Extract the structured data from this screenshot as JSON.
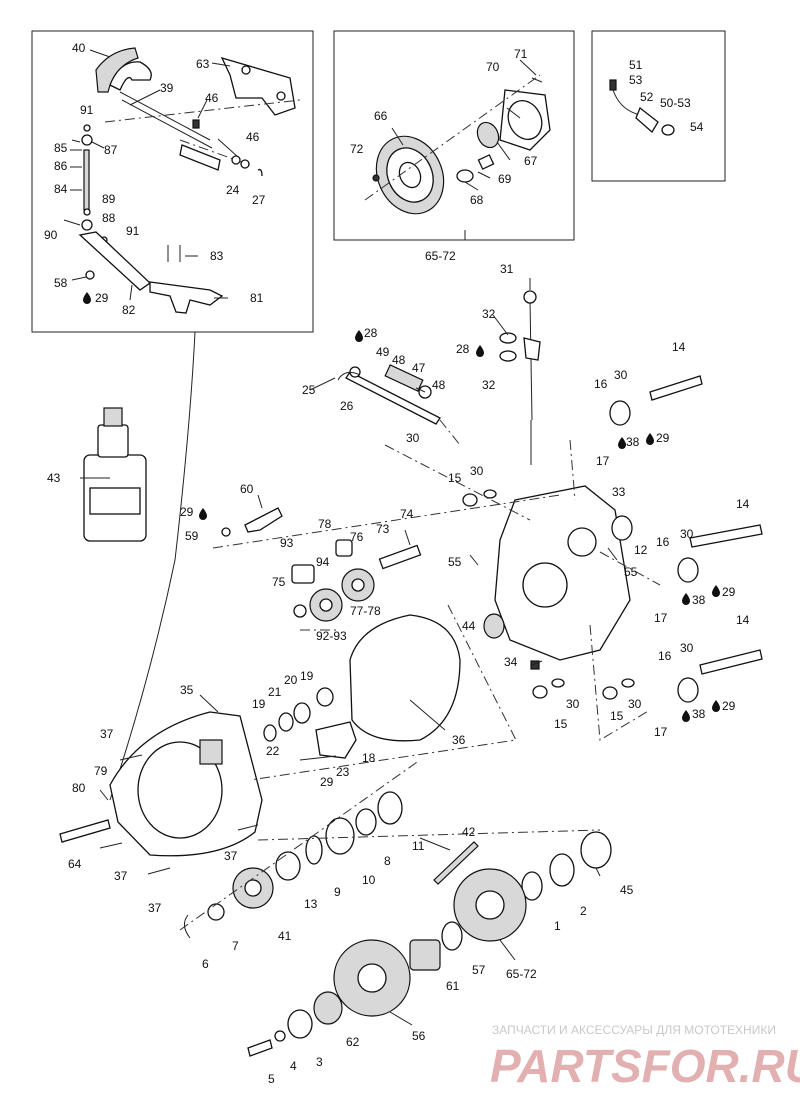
{
  "callouts": [
    {
      "id": "c40",
      "text": "40"
    },
    {
      "id": "c63",
      "text": "63"
    },
    {
      "id": "c39",
      "text": "39"
    },
    {
      "id": "c46a",
      "text": "46"
    },
    {
      "id": "c91a",
      "text": "91"
    },
    {
      "id": "c85",
      "text": "85"
    },
    {
      "id": "c87",
      "text": "87"
    },
    {
      "id": "c86",
      "text": "86"
    },
    {
      "id": "c46b",
      "text": "46"
    },
    {
      "id": "c24",
      "text": "24"
    },
    {
      "id": "c27",
      "text": "27"
    },
    {
      "id": "c84",
      "text": "84"
    },
    {
      "id": "c89",
      "text": "89"
    },
    {
      "id": "c88",
      "text": "88"
    },
    {
      "id": "c90",
      "text": "90"
    },
    {
      "id": "c91b",
      "text": "91"
    },
    {
      "id": "c83",
      "text": "83"
    },
    {
      "id": "c58",
      "text": "58"
    },
    {
      "id": "c29a",
      "text": "29"
    },
    {
      "id": "c82",
      "text": "82"
    },
    {
      "id": "c81",
      "text": "81"
    },
    {
      "id": "c71",
      "text": "71"
    },
    {
      "id": "c70",
      "text": "70"
    },
    {
      "id": "c66",
      "text": "66"
    },
    {
      "id": "c72",
      "text": "72"
    },
    {
      "id": "c67",
      "text": "67"
    },
    {
      "id": "c69",
      "text": "69"
    },
    {
      "id": "c68",
      "text": "68"
    },
    {
      "id": "c6572a",
      "text": "65-72"
    },
    {
      "id": "c51",
      "text": "51"
    },
    {
      "id": "c53",
      "text": "53"
    },
    {
      "id": "c52",
      "text": "52"
    },
    {
      "id": "c5053",
      "text": "50-53"
    },
    {
      "id": "c54",
      "text": "54"
    },
    {
      "id": "c31",
      "text": "31"
    },
    {
      "id": "c32a",
      "text": "32"
    },
    {
      "id": "c28a",
      "text": "28"
    },
    {
      "id": "c32b",
      "text": "32"
    },
    {
      "id": "c28b",
      "text": "28"
    },
    {
      "id": "c49",
      "text": "49"
    },
    {
      "id": "c48a",
      "text": "48"
    },
    {
      "id": "c47",
      "text": "47"
    },
    {
      "id": "c25",
      "text": "25"
    },
    {
      "id": "c48b",
      "text": "48"
    },
    {
      "id": "c26",
      "text": "26"
    },
    {
      "id": "c30a",
      "text": "30"
    },
    {
      "id": "c14a",
      "text": "14"
    },
    {
      "id": "c30b",
      "text": "30"
    },
    {
      "id": "c16a",
      "text": "16"
    },
    {
      "id": "c17a",
      "text": "17"
    },
    {
      "id": "c38a",
      "text": "38"
    },
    {
      "id": "c29b",
      "text": "29"
    },
    {
      "id": "c43",
      "text": "43"
    },
    {
      "id": "c60",
      "text": "60"
    },
    {
      "id": "c29c",
      "text": "29"
    },
    {
      "id": "c59",
      "text": "59"
    },
    {
      "id": "c15a",
      "text": "15"
    },
    {
      "id": "c30c",
      "text": "30"
    },
    {
      "id": "c33",
      "text": "33"
    },
    {
      "id": "c78",
      "text": "78"
    },
    {
      "id": "c74",
      "text": "74"
    },
    {
      "id": "c73",
      "text": "73"
    },
    {
      "id": "c76",
      "text": "76"
    },
    {
      "id": "c93",
      "text": "93"
    },
    {
      "id": "c94",
      "text": "94"
    },
    {
      "id": "c75",
      "text": "75"
    },
    {
      "id": "c7778",
      "text": "77-78"
    },
    {
      "id": "c9293",
      "text": "92-93"
    },
    {
      "id": "c55a",
      "text": "55"
    },
    {
      "id": "c55b",
      "text": "55"
    },
    {
      "id": "c12",
      "text": "12"
    },
    {
      "id": "c44",
      "text": "44"
    },
    {
      "id": "c14b",
      "text": "14"
    },
    {
      "id": "c30d",
      "text": "30"
    },
    {
      "id": "c16b",
      "text": "16"
    },
    {
      "id": "c29d",
      "text": "29"
    },
    {
      "id": "c38b",
      "text": "38"
    },
    {
      "id": "c17b",
      "text": "17"
    },
    {
      "id": "c34",
      "text": "34"
    },
    {
      "id": "c30e",
      "text": "30"
    },
    {
      "id": "c15b",
      "text": "15"
    },
    {
      "id": "c30f",
      "text": "30"
    },
    {
      "id": "c15c",
      "text": "15"
    },
    {
      "id": "c14c",
      "text": "14"
    },
    {
      "id": "c30g",
      "text": "30"
    },
    {
      "id": "c16c",
      "text": "16"
    },
    {
      "id": "c29e",
      "text": "29"
    },
    {
      "id": "c38c",
      "text": "38"
    },
    {
      "id": "c17c",
      "text": "17"
    },
    {
      "id": "c36",
      "text": "36"
    },
    {
      "id": "c35",
      "text": "35"
    },
    {
      "id": "c20",
      "text": "20"
    },
    {
      "id": "c19a",
      "text": "19"
    },
    {
      "id": "c21",
      "text": "21"
    },
    {
      "id": "c19b",
      "text": "19"
    },
    {
      "id": "c22",
      "text": "22"
    },
    {
      "id": "c18",
      "text": "18"
    },
    {
      "id": "c23",
      "text": "23"
    },
    {
      "id": "c29f",
      "text": "29"
    },
    {
      "id": "c37a",
      "text": "37"
    },
    {
      "id": "c79",
      "text": "79"
    },
    {
      "id": "c80",
      "text": "80"
    },
    {
      "id": "c64",
      "text": "64"
    },
    {
      "id": "c37b",
      "text": "37"
    },
    {
      "id": "c37c",
      "text": "37"
    },
    {
      "id": "c37d",
      "text": "37"
    },
    {
      "id": "c11",
      "text": "11"
    },
    {
      "id": "c8",
      "text": "8"
    },
    {
      "id": "c10",
      "text": "10"
    },
    {
      "id": "c9",
      "text": "9"
    },
    {
      "id": "c13",
      "text": "13"
    },
    {
      "id": "c42",
      "text": "42"
    },
    {
      "id": "c41",
      "text": "41"
    },
    {
      "id": "c7",
      "text": "7"
    },
    {
      "id": "c6",
      "text": "6"
    },
    {
      "id": "c45",
      "text": "45"
    },
    {
      "id": "c2",
      "text": "2"
    },
    {
      "id": "c1",
      "text": "1"
    },
    {
      "id": "c6572b",
      "text": "65-72"
    },
    {
      "id": "c57",
      "text": "57"
    },
    {
      "id": "c61",
      "text": "61"
    },
    {
      "id": "c56",
      "text": "56"
    },
    {
      "id": "c62",
      "text": "62"
    },
    {
      "id": "c3",
      "text": "3"
    },
    {
      "id": "c4",
      "text": "4"
    },
    {
      "id": "c5",
      "text": "5"
    }
  ],
  "watermark": {
    "line1": "ЗАПЧАСТИ И АКСЕССУАРЫ ДЛЯ МОТОТЕХНИКИ",
    "line2": "PARTSFOR.RU"
  },
  "colors": {
    "ink": "#111111",
    "watermark_text": "#c9c9c9",
    "watermark_logo": "#e2b0b0"
  },
  "icons": [
    "oil-drop-icon"
  ]
}
